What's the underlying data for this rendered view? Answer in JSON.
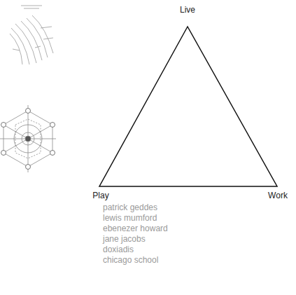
{
  "diagram": {
    "labels": [
      "Live",
      "Play",
      "Work",
      "patrick geddes",
      "lewis mumford",
      "ebenezer howard",
      "jane jacobs",
      "doxiadis",
      "chicago school"
    ]
  }
}
